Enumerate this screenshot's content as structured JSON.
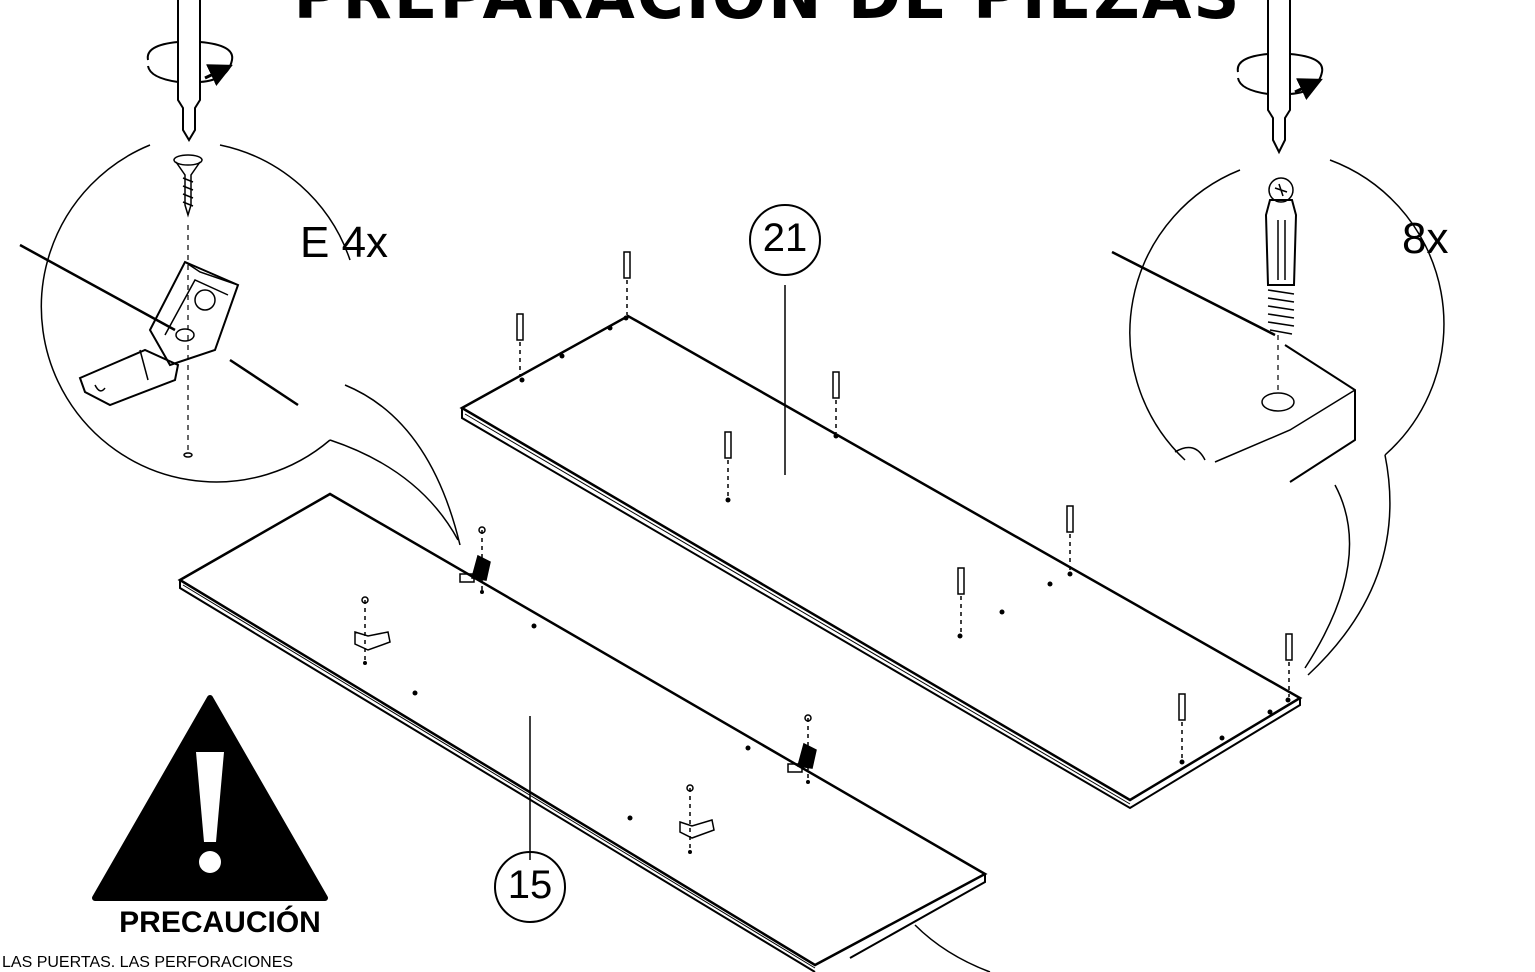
{
  "title": "PREPARACIÓN DE PIEZAS",
  "callouts": {
    "left_quantity": "E 4x",
    "right_quantity": "8x"
  },
  "parts": {
    "panel_top": "21",
    "panel_bottom": "15"
  },
  "caution": {
    "label": "PRECAUCIÓN",
    "text": "N LAS PUERTAS. LAS PERFORACIONES"
  }
}
